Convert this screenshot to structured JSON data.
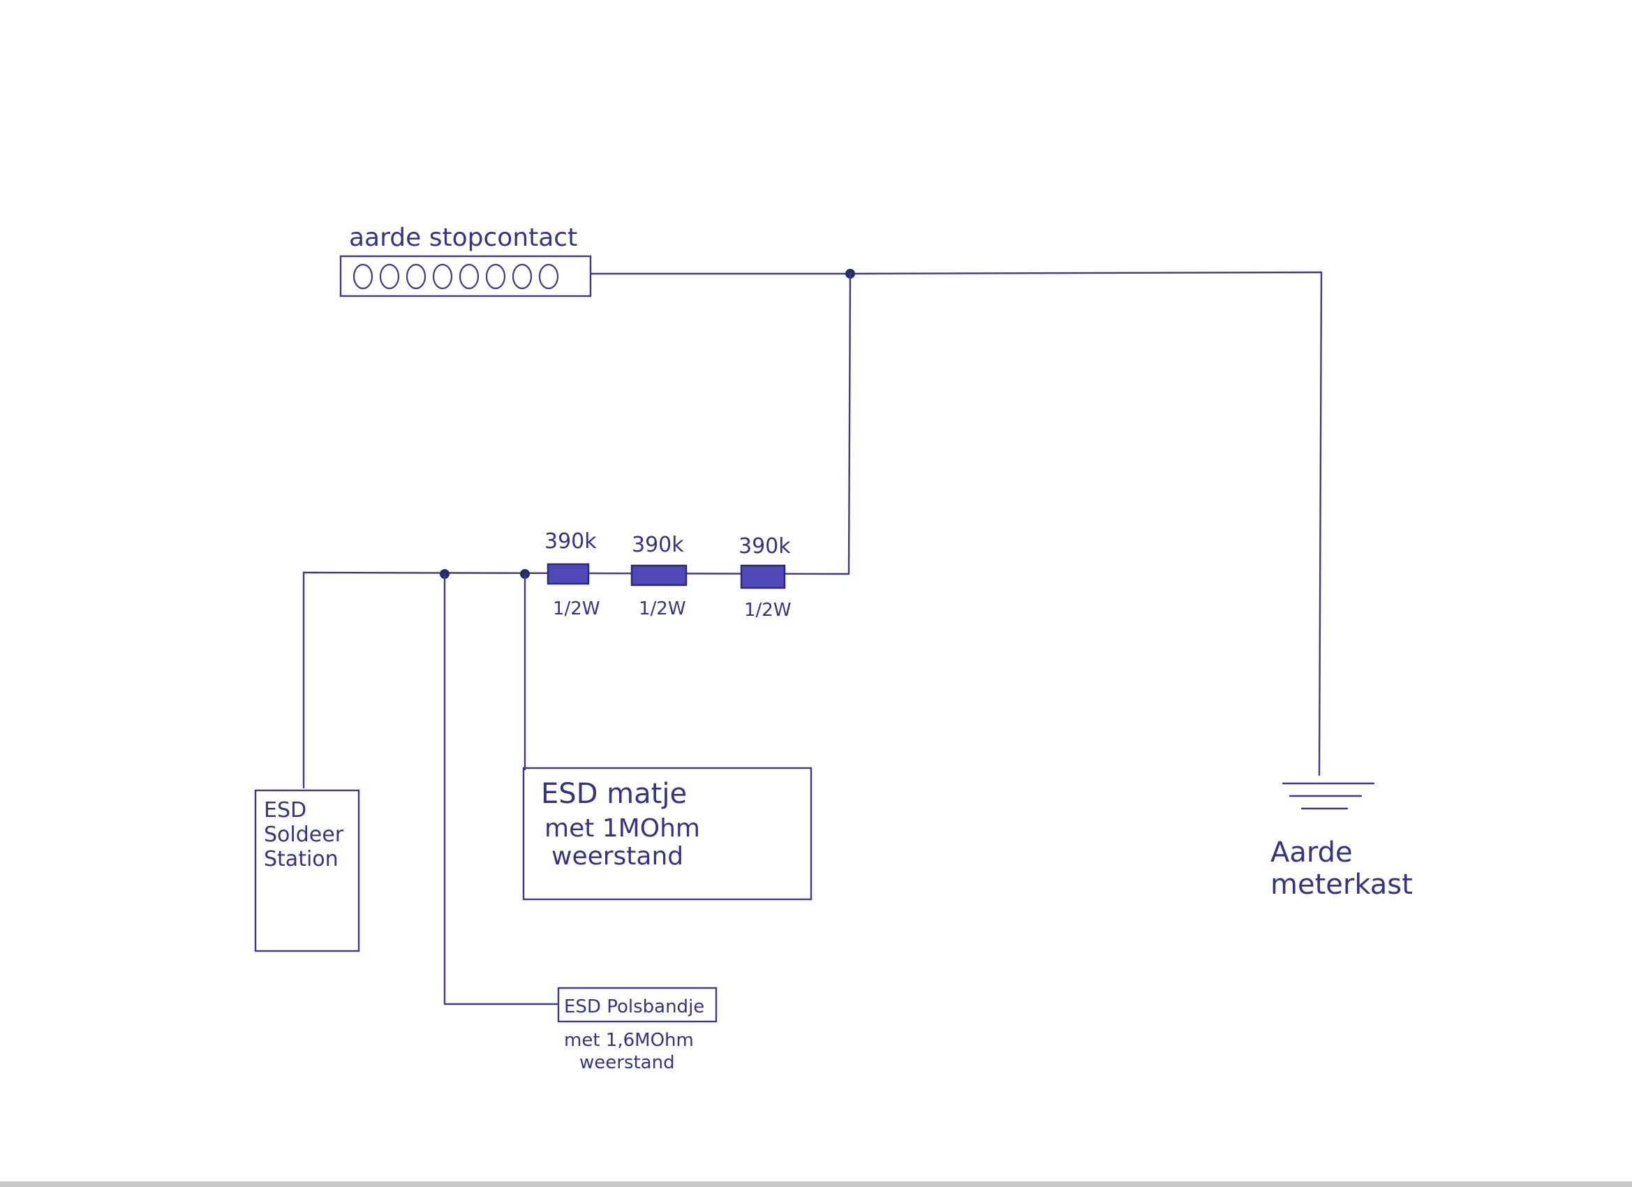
{
  "socket": {
    "label": "aarde stopcontact",
    "hole_count": 8
  },
  "resistors": [
    {
      "value": "390k",
      "power": "1/2W"
    },
    {
      "value": "390k",
      "power": "1/2W"
    },
    {
      "value": "390k",
      "power": "1/2W"
    }
  ],
  "solder_station": {
    "line1": "ESD",
    "line2": "Soldeer",
    "line3": "Station"
  },
  "mat": {
    "line1": "ESD matje",
    "line2": "met 1MOhm",
    "line3": "weerstand"
  },
  "wristband": {
    "label": "ESD Polsbandje",
    "line2": "met 1,6MOhm",
    "line3": "weerstand"
  },
  "ground": {
    "line1": "Aarde",
    "line2": "meterkast"
  },
  "colors": {
    "ink": "#3a3a8c",
    "resistor_fill": "#5048b8",
    "paper": "#ffffff"
  }
}
